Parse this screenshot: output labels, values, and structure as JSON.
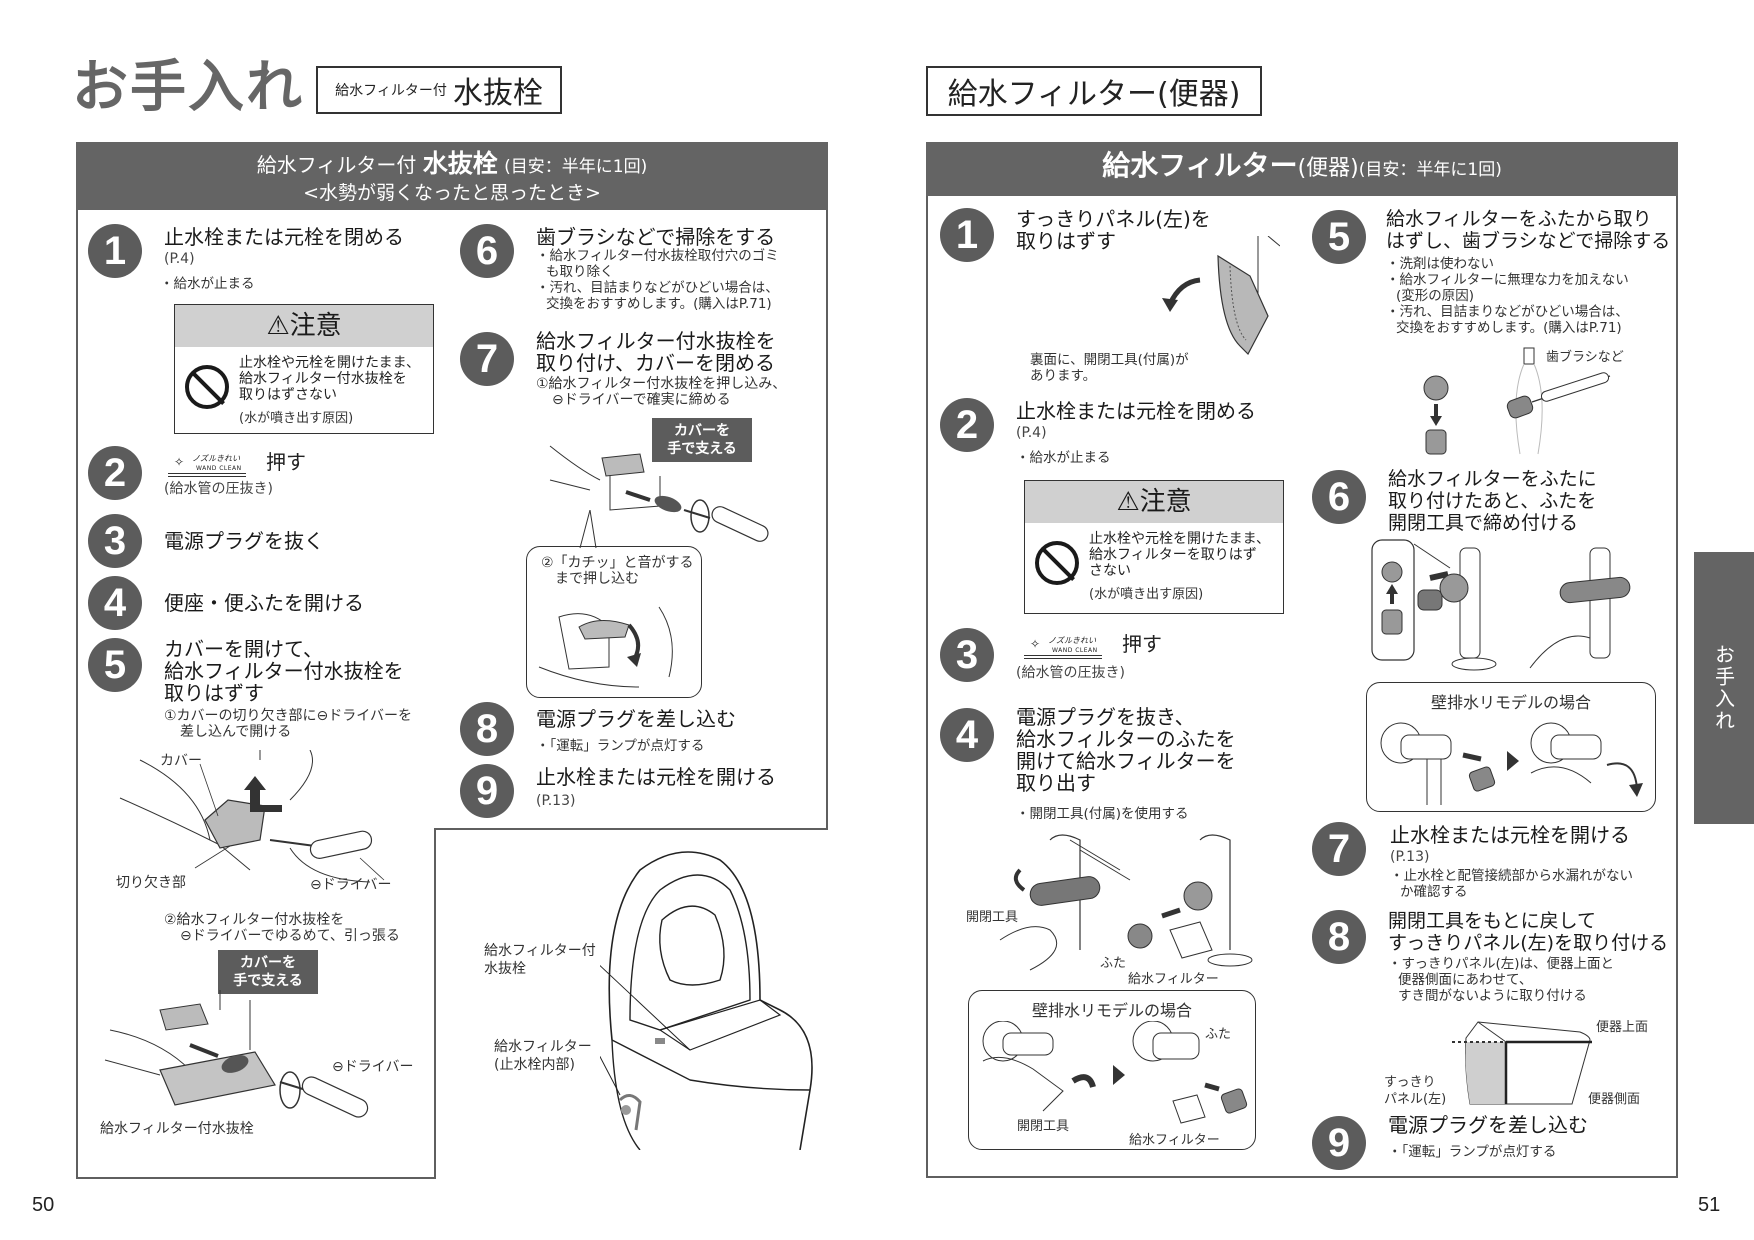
{
  "left_page": {
    "section_title": "お手入れ",
    "title_box": {
      "small": "給水フィルター付",
      "large": "水抜栓"
    },
    "panel": {
      "header_prefix": "給水フィルター付",
      "header_bold": "水抜栓",
      "header_suffix": "(目安：半年に1回)",
      "header_sub": "<水勢が弱くなったと思ったとき>"
    },
    "steps": [
      {
        "number": "1",
        "title": "止水栓または元栓を閉める",
        "ref": "(P.4)",
        "bullets": [
          "・給水が止まる"
        ]
      },
      {
        "number": "2",
        "wand_label_jp": "ノズルきれい",
        "wand_label_en": "WAND CLEAN",
        "action": "押す",
        "note": "(給水管の圧抜き)"
      },
      {
        "number": "3",
        "title": "電源プラグを抜く"
      },
      {
        "number": "4",
        "title": "便座・便ふたを開ける"
      },
      {
        "number": "5",
        "title_lines": [
          "カバーを開けて、",
          "給水フィルター付水抜栓を",
          "取りはずす"
        ],
        "sub1": [
          "①カバーの切り欠き部に⊖ドライバーを",
          "差し込んで開ける"
        ],
        "sub2": [
          "②給水フィルター付水抜栓を",
          "⊖ドライバーでゆるめて、引っ張る"
        ]
      },
      {
        "number": "6",
        "title": "歯ブラシなどで掃除をする",
        "bullets": [
          "・給水フィルター付水抜栓取付穴のゴミ",
          "も取り除く",
          "・汚れ、目詰まりなどがひどい場合は、",
          "交換をおすすめします。(購入はP.71)"
        ]
      },
      {
        "number": "7",
        "title_lines": [
          "給水フィルター付水抜栓を",
          "取り付け、カバーを閉める"
        ],
        "sub1": [
          "①給水フィルター付水抜栓を押し込み、",
          "⊖ドライバーで確実に締める"
        ],
        "sub2": [
          "②「カチッ」と音がする",
          "まで押し込む"
        ]
      },
      {
        "number": "8",
        "title": "電源プラグを差し込む",
        "bullets": [
          "・「運転」ランプが点灯する"
        ]
      },
      {
        "number": "9",
        "title": "止水栓または元栓を開ける",
        "ref": "(P.13)"
      }
    ],
    "caution": {
      "header": "注意",
      "lines": [
        "止水栓や元栓を開けたまま、",
        "給水フィルター付水抜栓を",
        "取りはずさない"
      ],
      "note": "(水が噴き出す原因)"
    },
    "illustration_labels": {
      "cover": "カバー",
      "notch": "切り欠き部",
      "driver": "⊖ドライバー",
      "driver2": "⊖ドライバー",
      "drain_plug": "給水フィルター付水抜栓",
      "support_cover_1": [
        "カバーを",
        "手で支える"
      ],
      "support_cover_2": [
        "カバーを",
        "手で支える"
      ],
      "toilet_drain_plug": [
        "給水フィルター付",
        "水抜栓"
      ],
      "toilet_filter": [
        "給水フィルター",
        "(止水栓内部)"
      ]
    },
    "page_number": "50"
  },
  "right_page": {
    "title_box": "給水フィルター(便器)",
    "panel": {
      "header_bold": "給水フィルター",
      "header_mid": "(便器)",
      "header_suffix": "(目安：半年に1回)"
    },
    "steps": [
      {
        "number": "1",
        "title_lines": [
          "すっきりパネル(左)を",
          "取りはずす"
        ],
        "note": [
          "裏面に、開閉工具(付属)が",
          "あります。"
        ]
      },
      {
        "number": "2",
        "title": "止水栓または元栓を閉める",
        "ref": "(P.4)",
        "bullets": [
          "・給水が止まる"
        ]
      },
      {
        "number": "3",
        "wand_label_jp": "ノズルきれい",
        "wand_label_en": "WAND CLEAN",
        "action": "押す",
        "note": "(給水管の圧抜き)"
      },
      {
        "number": "4",
        "title_lines": [
          "電源プラグを抜き、",
          "給水フィルターのふたを",
          "開けて給水フィルターを",
          "取り出す"
        ],
        "bullets": [
          "・開閉工具(付属)を使用する"
        ]
      },
      {
        "number": "5",
        "title_lines": [
          "給水フィルターをふたから取り",
          "はずし、歯ブラシなどで掃除する"
        ],
        "bullets": [
          "・洗剤は使わない",
          "・給水フィルターに無理な力を加えない",
          "(変形の原因)",
          "・汚れ、目詰まりなどがひどい場合は、",
          "交換をおすすめします。(購入はP.71)"
        ]
      },
      {
        "number": "6",
        "title_lines": [
          "給水フィルターをふたに",
          "取り付けたあと、ふたを",
          "開閉工具で締め付ける"
        ]
      },
      {
        "number": "7",
        "title": "止水栓または元栓を開ける",
        "ref": "(P.13)",
        "bullets": [
          "・止水栓と配管接続部から水漏れがない",
          "か確認する"
        ]
      },
      {
        "number": "8",
        "title_lines": [
          "開閉工具をもとに戻して",
          "すっきりパネル(左)を取り付ける"
        ],
        "bullets": [
          "・すっきりパネル(左)は、便器上面と",
          "便器側面にあわせて、",
          "すき間がないように取り付ける"
        ]
      },
      {
        "number": "9",
        "title": "電源プラグを差し込む",
        "bullets": [
          "・「運転」ランプが点灯する"
        ]
      }
    ],
    "caution": {
      "header": "注意",
      "lines": [
        "止水栓や元栓を開けたまま、",
        "給水フィルターを取りはず",
        "さない"
      ],
      "note": "(水が噴き出す原因)"
    },
    "illustration_labels": {
      "tool": "開閉工具",
      "lid": "ふた",
      "filter": "給水フィルター",
      "wall_model": "壁排水リモデルの場合",
      "wall_tool": "開閉工具",
      "wall_lid": "ふた",
      "wall_filter": "給水フィルター",
      "toothbrush": "歯ブラシなど",
      "wall_model_2": "壁排水リモデルの場合",
      "toilet_top": "便器上面",
      "toilet_side": "便器側面",
      "panel_left": [
        "すっきり",
        "パネル(左)"
      ]
    },
    "side_tab": "お手入れ",
    "page_number": "51"
  }
}
